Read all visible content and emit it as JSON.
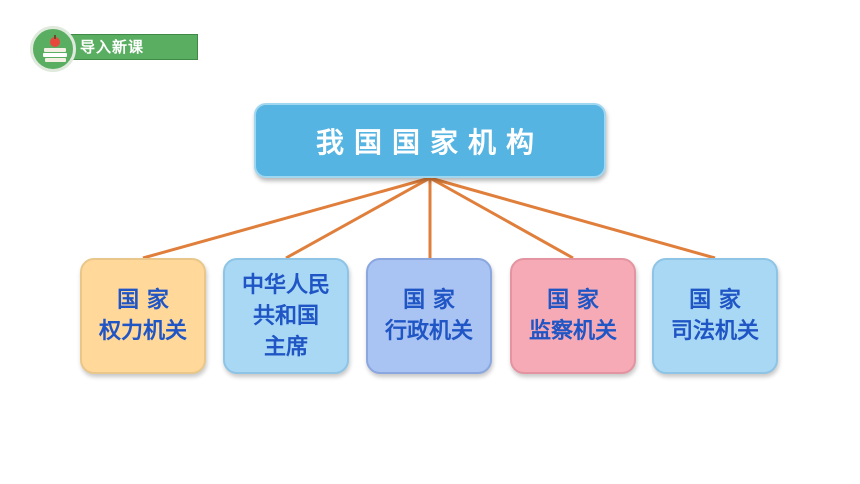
{
  "header": {
    "badge_label": "导入新课",
    "badge_icon": "books-apple-icon"
  },
  "diagram": {
    "root": "我国国家机构",
    "children": [
      "国 家\n权力机关",
      "中华人民\n共和国\n主席",
      "国 家\n行政机关",
      "国 家\n监察机关",
      "国 家\n司法机关"
    ]
  },
  "colors": {
    "root_fill": "#56b4e2",
    "connector": "#e07f3c",
    "text_blue": "#1f55c4",
    "badge_green": "#5aae62"
  }
}
